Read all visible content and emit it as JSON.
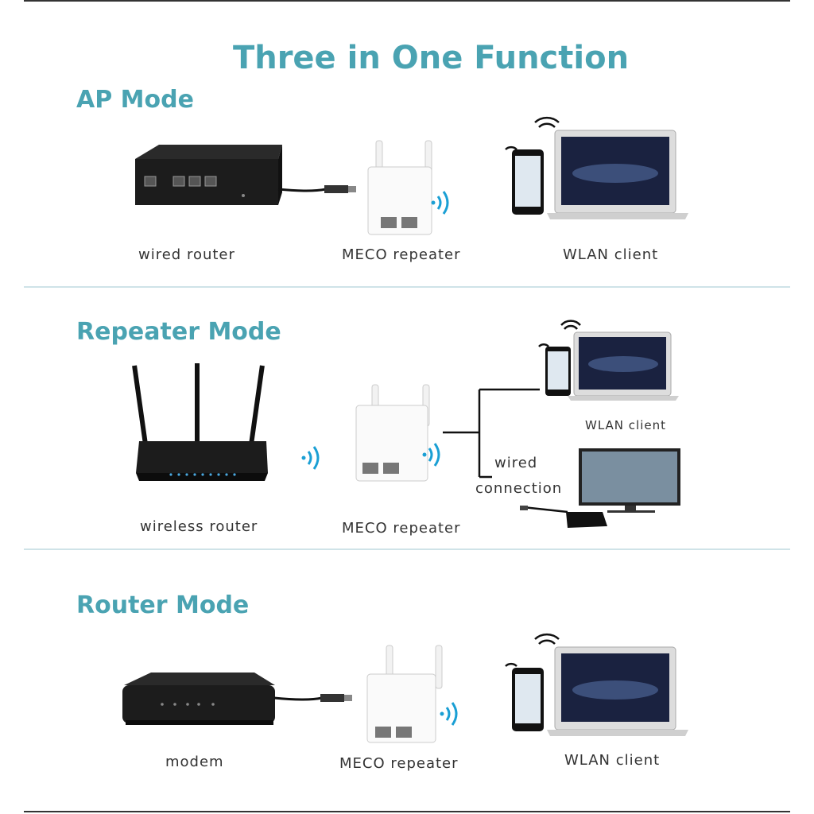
{
  "title": "Three in One Function",
  "sections": [
    {
      "heading": "AP Mode",
      "labels": [
        "wired router",
        "MECO  repeater",
        "WLAN client"
      ]
    },
    {
      "heading": "Repeater Mode",
      "labels": [
        "wireless router",
        "MECO  repeater",
        "WLAN client",
        "wired",
        "connection"
      ]
    },
    {
      "heading": "Router Mode",
      "labels": [
        "modem",
        "MECO  repeater",
        "WLAN client"
      ]
    }
  ],
  "colors": {
    "accent": "#4aa3b2",
    "divider": "#cfe3e8",
    "text": "#333333",
    "device_dark": "#1c1c1c"
  }
}
